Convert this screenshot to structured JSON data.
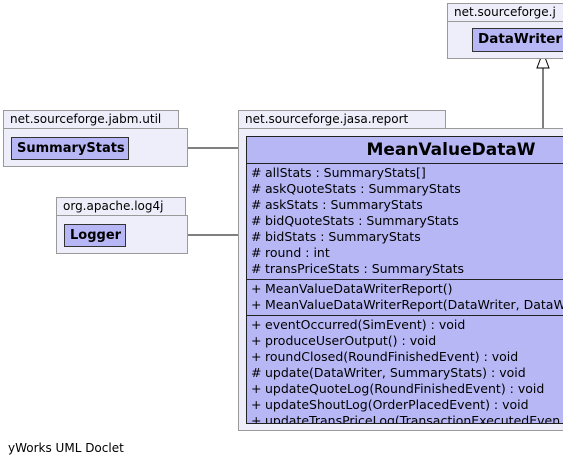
{
  "packages": {
    "top_right": {
      "name": "net.sourceforge.j",
      "class_name": "DataWriterR"
    },
    "jabm_util": {
      "name": "net.sourceforge.jabm.util",
      "class_name": "SummaryStats"
    },
    "log4j": {
      "name": "org.apache.log4j",
      "class_name": "Logger"
    },
    "jasa_report": {
      "name": "net.sourceforge.jasa.report"
    }
  },
  "main_class": {
    "title": "MeanValueDataW",
    "attributes": [
      {
        "vis": "#",
        "text": "allStats : SummaryStats[]"
      },
      {
        "vis": "#",
        "text": "askQuoteStats : SummaryStats"
      },
      {
        "vis": "#",
        "text": "askStats : SummaryStats"
      },
      {
        "vis": "#",
        "text": "bidQuoteStats : SummaryStats"
      },
      {
        "vis": "#",
        "text": "bidStats : SummaryStats"
      },
      {
        "vis": "#",
        "text": "round : int"
      },
      {
        "vis": "#",
        "text": "transPriceStats : SummaryStats"
      }
    ],
    "constructors": [
      {
        "vis": "+",
        "text": "MeanValueDataWriterReport()"
      },
      {
        "vis": "+",
        "text": "MeanValueDataWriterReport(DataWriter, DataW"
      }
    ],
    "methods": [
      {
        "vis": "+",
        "text": "eventOccurred(SimEvent) : void"
      },
      {
        "vis": "+",
        "text": "produceUserOutput() : void"
      },
      {
        "vis": "+",
        "text": "roundClosed(RoundFinishedEvent) : void"
      },
      {
        "vis": "#",
        "text": "update(DataWriter, SummaryStats) : void"
      },
      {
        "vis": "+",
        "text": "updateQuoteLog(RoundFinishedEvent) : void"
      },
      {
        "vis": "+",
        "text": "updateShoutLog(OrderPlacedEvent) : void"
      },
      {
        "vis": "+",
        "text": "updateTransPriceLog(TransactionExecutedEven"
      }
    ]
  },
  "footer": "yWorks UML Doclet",
  "colors": {
    "class_fill": "#b7b7f5",
    "package_fill": "#eeeefa",
    "package_border": "#9a9a9a",
    "edge": "#000000"
  }
}
